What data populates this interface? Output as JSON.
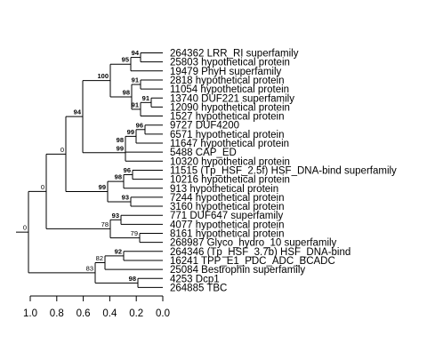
{
  "tree": {
    "leaves": [
      "264362 LRR_RI superfamily",
      "25803 hypothetical protein",
      "19479 PhyH superfamily",
      "2818 hypothetical protein",
      "11054 hypothetical protein",
      "13740 DUF221 superfamily",
      "12090 hypothetical protein",
      "1527 hypothetical protein",
      "9727 DUF4200",
      "6571 hypothetical protein",
      "11647 hypothetical protein",
      "5488 CAP_ED",
      "10320 hypothetical protein",
      "11515 (Tp_HSF_2.5f) HSF_DNA-bind superfamily",
      "10216 hypothetical protein",
      "913 hypothetical protein",
      "7244 hypothetical protein",
      "3160 hypothetical protein",
      "771 DUF647 superfamily",
      "4077 hypothetical protein",
      "8161 hypothetical protein",
      "268987 Glyco_hydro_10 superfamily",
      "264346 (Tp_HSF_3.7b) HSF_DNA-bind",
      "16241 TPP_E1_PDC_ADC_BCADC",
      "25084 Bestrophin superfamily",
      "4253 Dcp1",
      "264885 TBC"
    ],
    "axis": {
      "ticks": [
        "1.0",
        "0.8",
        "0.6",
        "0.4",
        "0.2",
        "0.0"
      ]
    }
  }
}
